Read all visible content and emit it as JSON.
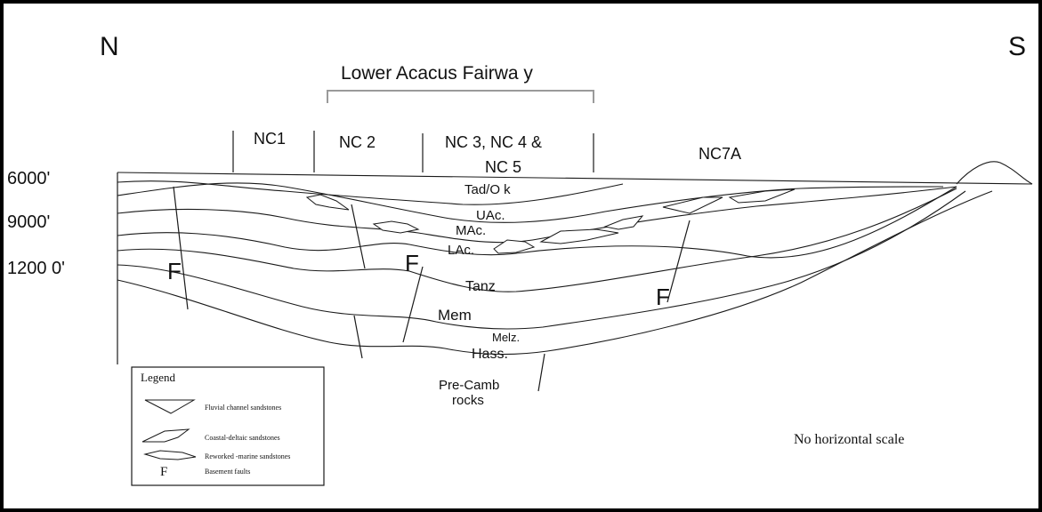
{
  "directions": {
    "north": "N",
    "south": "S"
  },
  "fairway_label": "Lower Acacus Fairwa y",
  "concessions": {
    "nc1": "NC1",
    "nc2": "NC 2",
    "nc345_line1": "NC 3, NC 4 &",
    "nc345_line2": "NC 5",
    "nc7a": "NC7A"
  },
  "depths": {
    "d6000": "6000'",
    "d9000": "9000'",
    "d12000": "1200 0'"
  },
  "formations": {
    "tad": "Tad/O k",
    "uac": "UAc.",
    "mac": "MAc.",
    "lac": "LAc.",
    "tanz": "Tanz",
    "mem": "Mem",
    "melz": "Melz.",
    "hass": "Hass.",
    "precamb_line1": "Pre-Camb",
    "precamb_line2": "rocks"
  },
  "faults": {
    "label": "F"
  },
  "legend": {
    "title": "Legend",
    "items": [
      "Fluvial channel sandstones",
      "Coastal-deltaic sandstones",
      "Reworked -marine sandstones",
      "Basement faults"
    ],
    "fault_symbol": "F"
  },
  "scale_note": "No horizontal scale",
  "colors": {
    "ink": "#1a1a1a",
    "bracket": "#9a9a9a",
    "background": "#ffffff"
  }
}
